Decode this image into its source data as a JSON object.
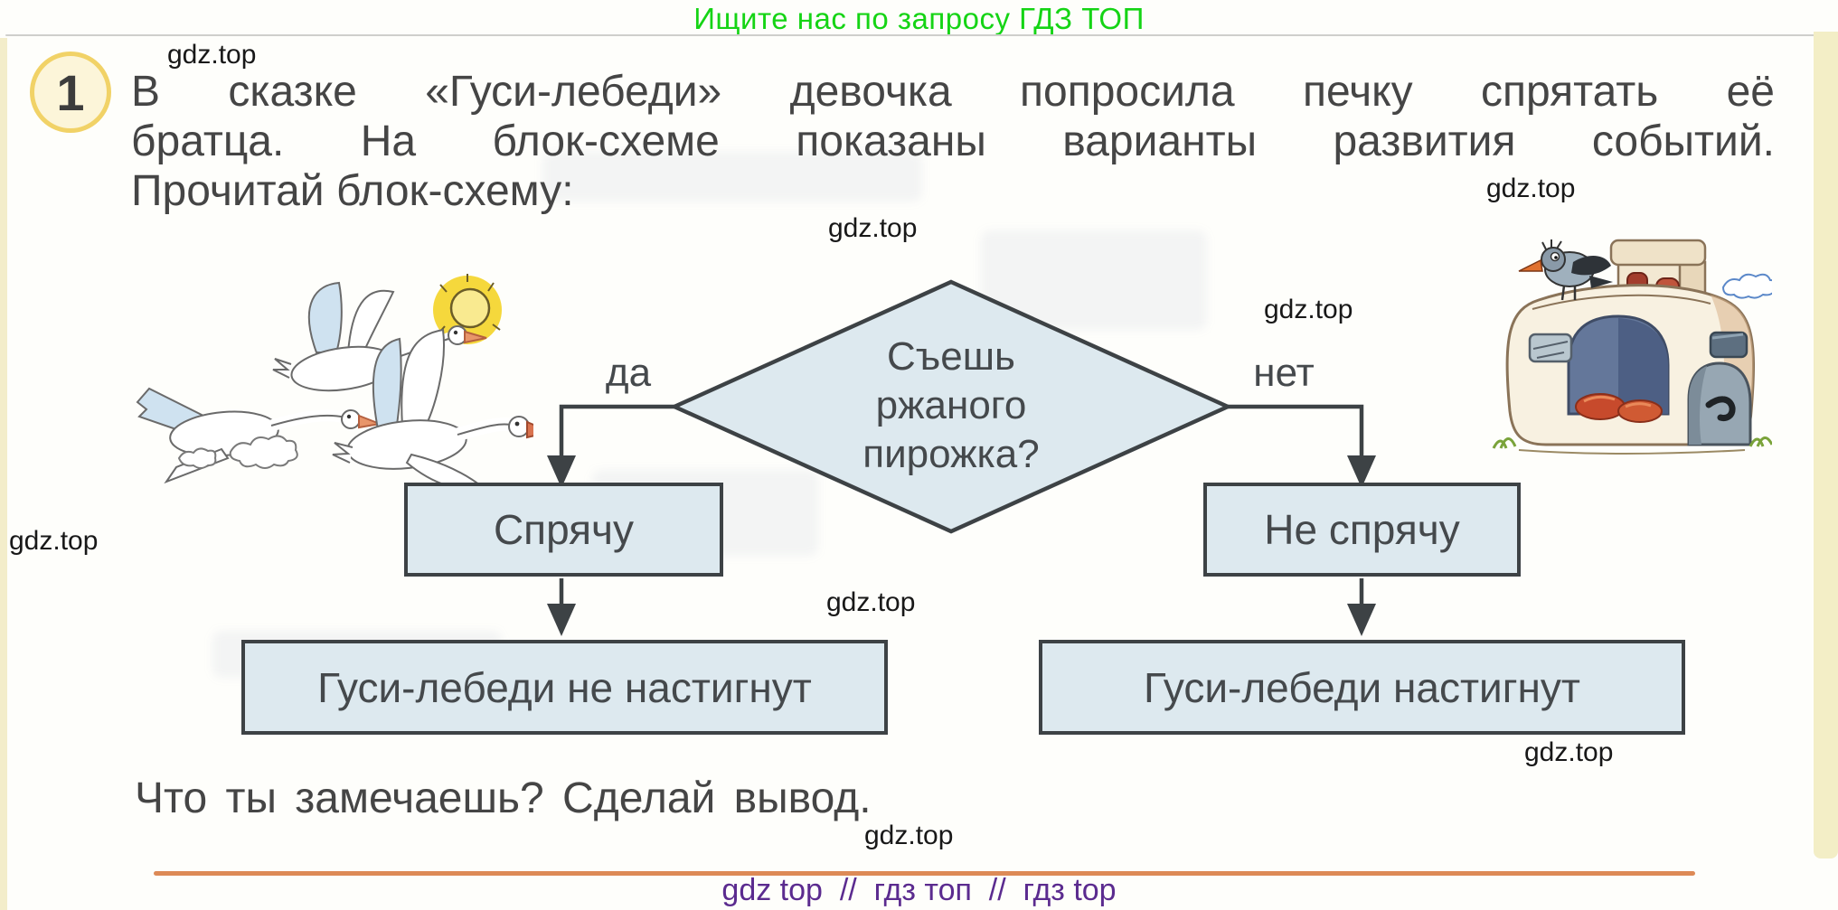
{
  "promo": {
    "text": "Ищите нас по запросу ГДЗ ТОП"
  },
  "watermark": {
    "text": "gdz.top"
  },
  "task": {
    "number": "1",
    "lines": {
      "l1": "В сказке «Гуси-лебеди» девочка попросила печку спрятать её",
      "l2": "братца. На блок-схеме показаны варианты развития событий.",
      "l3": "Прочитай блок-схему:"
    },
    "question": "Что ты замечаешь? Сделай вывод."
  },
  "flowchart": {
    "condition": {
      "l1": "Съешь",
      "l2": "ржаного",
      "l3": "пирожка?"
    },
    "branch_yes": {
      "label": "да",
      "action": "Спрячу",
      "outcome": "Гуси-лебеди не настигнут"
    },
    "branch_no": {
      "label": "нет",
      "action": "Не спрячу",
      "outcome": "Гуси-лебеди настигнут"
    }
  },
  "footer": {
    "tags": "gdz top  //  гдз топ  //  гдз top"
  },
  "colors": {
    "node_fill": "#dde9ef",
    "node_stroke": "#3d4245",
    "accent_green": "#15d415",
    "accent_purple": "#5b2b8f",
    "divider_coral": "#dd8a56",
    "badge_yellow": "#f1d267"
  }
}
